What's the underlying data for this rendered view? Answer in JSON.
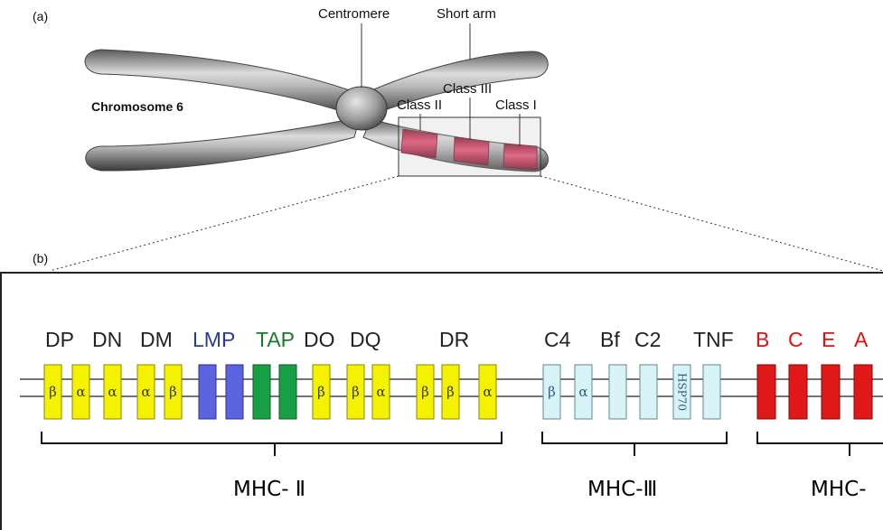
{
  "panel_a": {
    "letter": "(a)",
    "chromosome_label": "Chromosome 6",
    "centromere_label": "Centromere",
    "short_arm_label": "Short arm",
    "class_labels": [
      "Class II",
      "Class III",
      "Class I"
    ]
  },
  "panel_b": {
    "letter": "(b)",
    "gene_labels": [
      {
        "text": "DP",
        "color": "#222222"
      },
      {
        "text": "DN",
        "color": "#222222"
      },
      {
        "text": "DM",
        "color": "#222222"
      },
      {
        "text": "LMP",
        "color": "#2a3a9a"
      },
      {
        "text": "TAP",
        "color": "#1a7a2a"
      },
      {
        "text": "DO",
        "color": "#222222"
      },
      {
        "text": "DQ",
        "color": "#222222"
      },
      {
        "text": "DR",
        "color": "#222222"
      },
      {
        "text": "C4",
        "color": "#222222"
      },
      {
        "text": "Bf",
        "color": "#222222"
      },
      {
        "text": "C2",
        "color": "#222222"
      },
      {
        "text": "TNF",
        "color": "#222222"
      },
      {
        "text": "B",
        "color": "#e01010"
      },
      {
        "text": "C",
        "color": "#e01010"
      },
      {
        "text": "E",
        "color": "#e01010"
      },
      {
        "text": "A",
        "color": "#e01010"
      }
    ],
    "genes": [
      {
        "symbol": "β",
        "class": "yellow"
      },
      {
        "symbol": "α",
        "class": "yellow"
      },
      {
        "symbol": "α",
        "class": "yellow"
      },
      {
        "symbol": "α",
        "class": "yellow"
      },
      {
        "symbol": "β",
        "class": "yellow"
      },
      {
        "symbol": "",
        "class": "blue"
      },
      {
        "symbol": "",
        "class": "blue"
      },
      {
        "symbol": "",
        "class": "green"
      },
      {
        "symbol": "",
        "class": "green"
      },
      {
        "symbol": "β",
        "class": "yellow"
      },
      {
        "symbol": "β",
        "class": "yellow"
      },
      {
        "symbol": "α",
        "class": "yellow"
      },
      {
        "symbol": "β",
        "class": "yellow"
      },
      {
        "symbol": "β",
        "class": "yellow"
      },
      {
        "symbol": "α",
        "class": "yellow"
      },
      {
        "symbol": "β",
        "class": "lightblue"
      },
      {
        "symbol": "α",
        "class": "lightblue"
      },
      {
        "symbol": "",
        "class": "lightblue"
      },
      {
        "symbol": "",
        "class": "lightblue"
      },
      {
        "symbol": "HSP70",
        "class": "lightblue"
      },
      {
        "symbol": "",
        "class": "lightblue"
      },
      {
        "symbol": "",
        "class": "red"
      },
      {
        "symbol": "",
        "class": "red"
      },
      {
        "symbol": "",
        "class": "red"
      },
      {
        "symbol": "",
        "class": "red"
      }
    ],
    "group_labels": [
      "MHC- Ⅱ",
      "MHC-Ⅲ",
      "MHC-"
    ],
    "colors": {
      "yellow": "#f5f200",
      "blue": "#5b63e0",
      "green": "#18a046",
      "lightblue": "#d8f3f6",
      "red": "#e01818"
    }
  }
}
